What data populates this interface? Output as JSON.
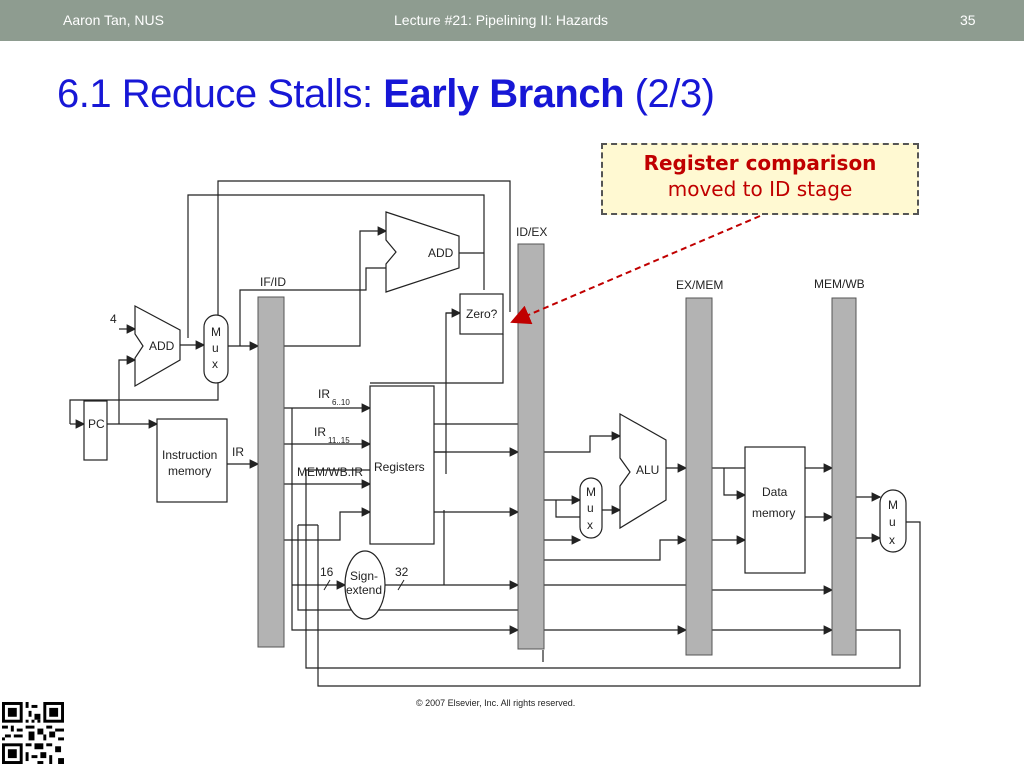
{
  "header": {
    "author": "Aaron Tan, NUS",
    "lecture": "Lecture #21: Pipelining II: Hazards",
    "page_number": "35"
  },
  "title": {
    "prefix": "6.1 Reduce Stalls: ",
    "bold": "Early Branch",
    "suffix": " (2/3)"
  },
  "callout": {
    "line1": "Register comparison",
    "line2": "moved to ID stage"
  },
  "diagram": {
    "pipeline_registers": [
      "IF/ID",
      "ID/EX",
      "EX/MEM",
      "MEM/WB"
    ],
    "const_four": "4",
    "add_label": "ADD",
    "mux_letters": [
      "M",
      "u",
      "x"
    ],
    "pc": "PC",
    "instruction_memory": [
      "Instruction",
      "memory"
    ],
    "ir": "IR",
    "ir_6_10": {
      "main": "IR",
      "sub": "6..10"
    },
    "ir_11_15": {
      "main": "IR",
      "sub": "11..15"
    },
    "mem_wb_ir": "MEM/WB.IR",
    "registers": "Registers",
    "zero": "Zero?",
    "alu": "ALU",
    "data_memory": [
      "Data",
      "memory"
    ],
    "sign_extend": [
      "Sign-",
      "extend"
    ],
    "bits_in": "16",
    "bits_out": "32"
  },
  "copyright": "© 2007 Elsevier, Inc. All rights reserved.",
  "colors": {
    "header_bg": "#8e9c90",
    "title": "#1717d6",
    "callout_text": "#c00000",
    "callout_bg": "#fff9d2",
    "arrow": "#c00000",
    "register_fill": "#b3b3b3"
  }
}
